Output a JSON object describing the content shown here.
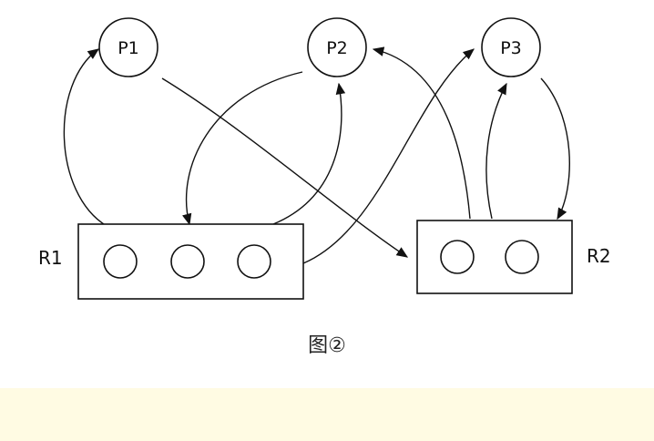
{
  "diagram": {
    "processes": [
      {
        "id": "P1",
        "label": "P1"
      },
      {
        "id": "P2",
        "label": "P2"
      },
      {
        "id": "P3",
        "label": "P3"
      }
    ],
    "resources": [
      {
        "id": "R1",
        "label": "R1",
        "instances": 3
      },
      {
        "id": "R2",
        "label": "R2",
        "instances": 2
      }
    ],
    "edges": [
      {
        "from": "R1",
        "to": "P1",
        "kind": "assignment"
      },
      {
        "from": "P1",
        "to": "R2",
        "kind": "request"
      },
      {
        "from": "P2",
        "to": "R1",
        "kind": "request"
      },
      {
        "from": "R1",
        "to": "P2",
        "kind": "assignment"
      },
      {
        "from": "R1",
        "to": "P3",
        "kind": "assignment"
      },
      {
        "from": "R2",
        "to": "P2",
        "kind": "assignment"
      },
      {
        "from": "R2",
        "to": "P3",
        "kind": "assignment"
      },
      {
        "from": "P3",
        "to": "R2",
        "kind": "request"
      }
    ],
    "caption": "图②"
  },
  "colors": {
    "stroke": "#111111",
    "background": "#ffffff",
    "footer_band": "#fffbe3"
  }
}
